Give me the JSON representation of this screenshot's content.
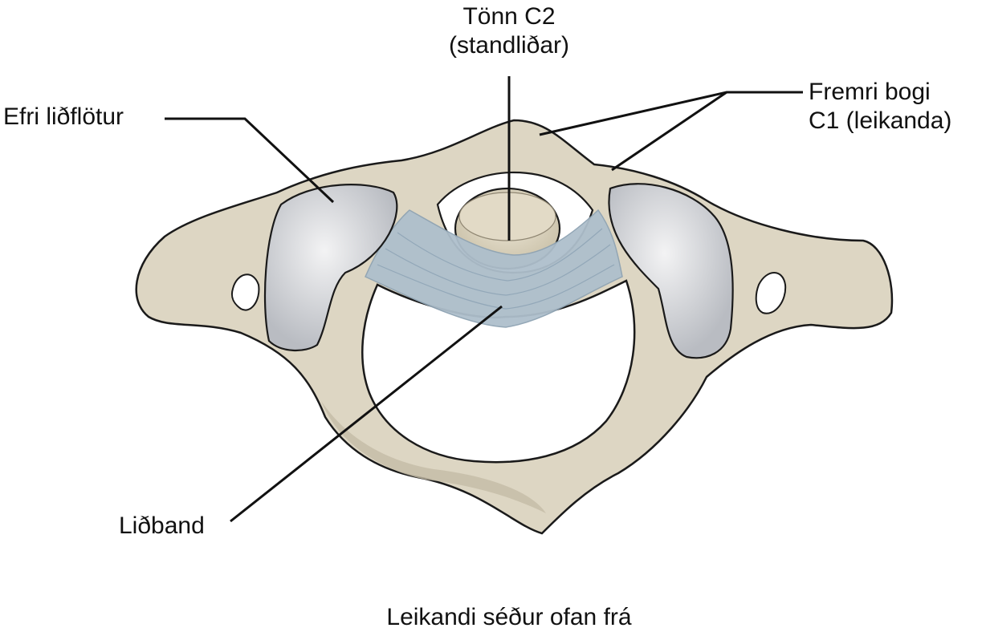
{
  "labels": {
    "dens_line1": "Tönn C2",
    "dens_line2": "(standliðar)",
    "superior_facet": "Efri liðflötur",
    "anterior_arch_line1": "Fremri bogi",
    "anterior_arch_line2": "C1 (leikanda)",
    "ligament": "Liðband",
    "caption": "Leikandi séður ofan frá"
  },
  "colors": {
    "bone": "#ddd6c3",
    "bone_shadow": "#c4bca6",
    "facet": "#d9dadc",
    "ligament": "#aebfcc",
    "outline": "#1a1a1a"
  }
}
